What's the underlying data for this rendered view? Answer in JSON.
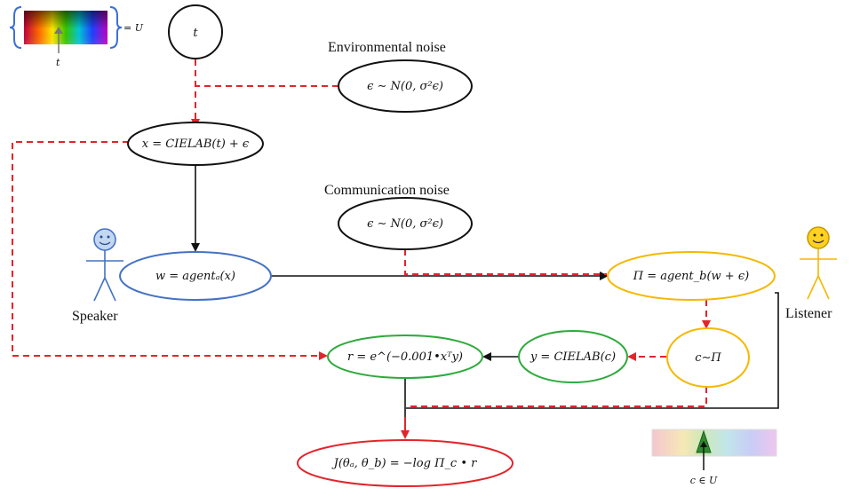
{
  "titles": {
    "environmental_noise": "Environmental noise",
    "communication_noise": "Communication noise"
  },
  "nodes": {
    "t": "t",
    "env_noise": "ϵ ∼ N(0, σ²ϵ)",
    "x": "x = CIELAB(t) + ϵ",
    "comm_noise": "ϵ ∼ N(0, σ²ϵ)",
    "w": "w = agentₐ(x)",
    "pi": "Π = agent_b(w + ϵ)",
    "c": "c∼Π",
    "y": "y = CIELAB(c)",
    "r": "r = e^(−0.001•xᵀy)",
    "j": "J(θₐ, θ_b) = −log Π_c • r"
  },
  "labels": {
    "speaker": "Speaker",
    "listener": "Listener",
    "u_equals": "= U",
    "t_label": "t",
    "c_in_u": "c ∈ U"
  },
  "colors": {
    "black": "#111111",
    "blue": "#4472c4",
    "yellow": "#f5b800",
    "green": "#2eaa3c",
    "red": "#e3242b",
    "red_dashed": "#e3242b"
  }
}
